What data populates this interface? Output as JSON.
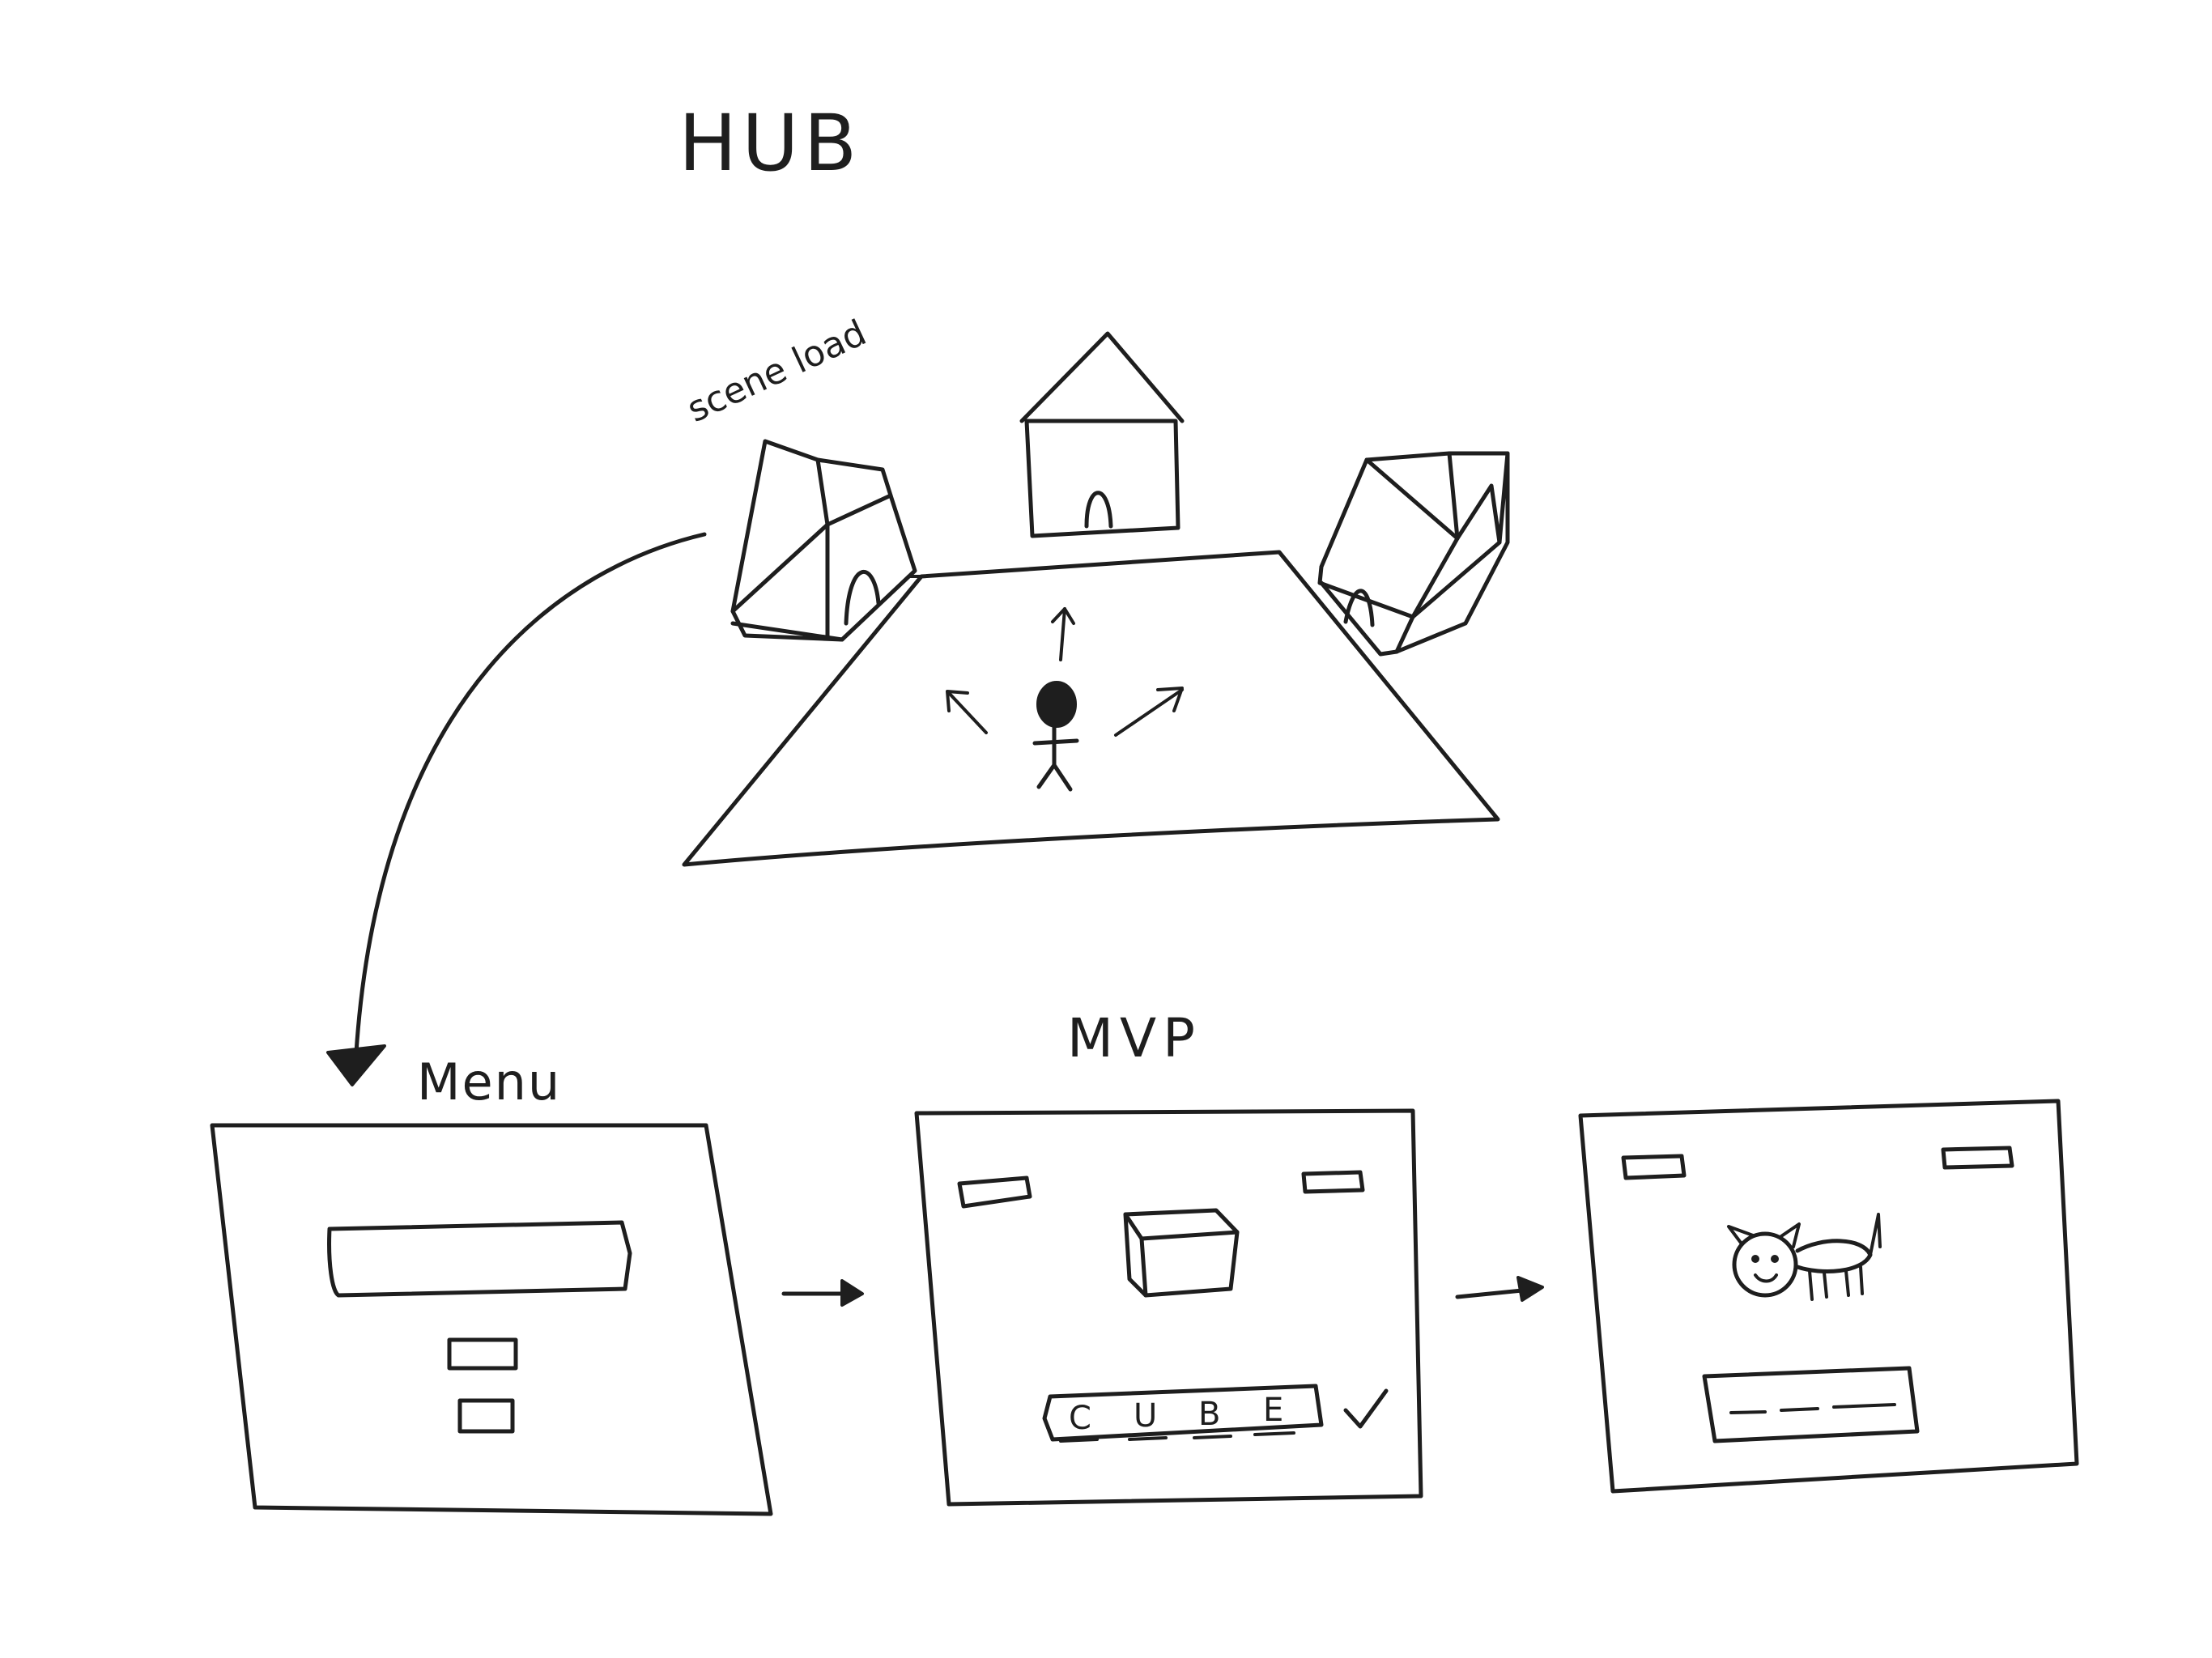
{
  "labels": {
    "hub": "HUB",
    "scene_load": "scene load",
    "menu": "Menu",
    "mvp": "MVP",
    "word_letters": [
      "C",
      "U",
      "B",
      "E"
    ]
  },
  "colors": {
    "ink": "#1e1e1e",
    "paper": "#ffffff"
  }
}
